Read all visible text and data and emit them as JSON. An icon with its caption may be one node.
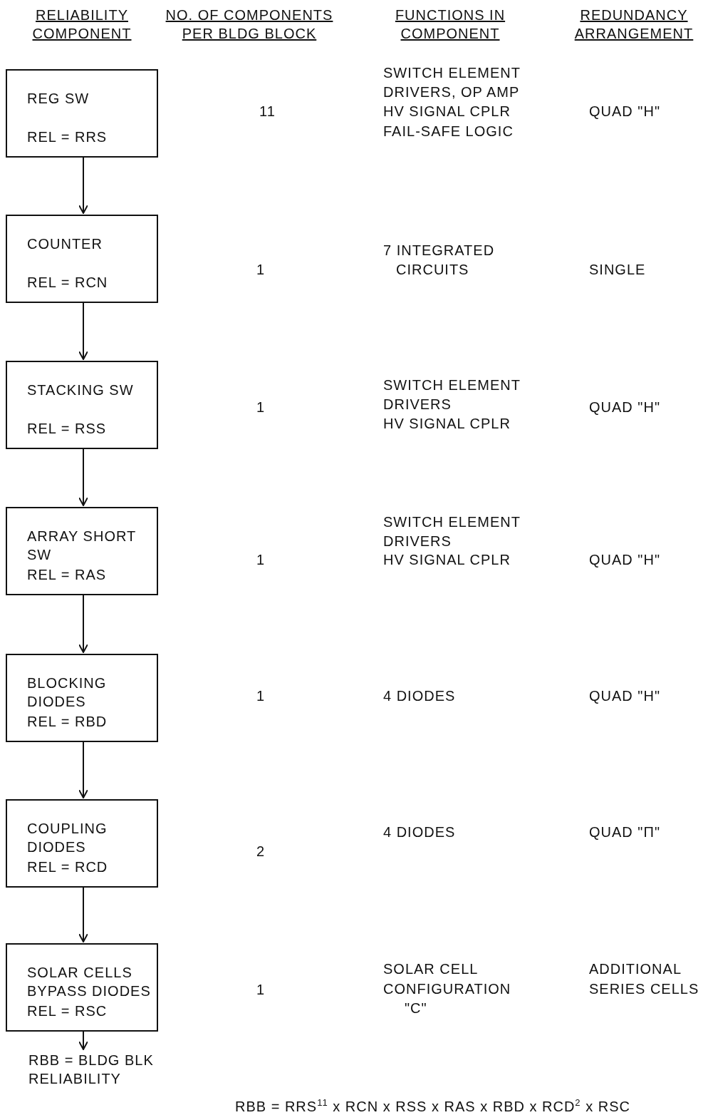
{
  "diagram": {
    "nodes": [
      {
        "text": [
          "REG SW",
          "REL = RRS"
        ]
      },
      {
        "text": [
          "COUNTER",
          "REL = RCN"
        ]
      },
      {
        "text": [
          "STACKING SW",
          "REL = RSS"
        ]
      },
      {
        "text": [
          "ARRAY SHORT SW",
          "REL = RAS"
        ]
      },
      {
        "text": [
          "BLOCKING DIODES",
          "REL = RBD"
        ]
      },
      {
        "text": [
          "COUPLING DIODES",
          "REL = RCD"
        ]
      },
      {
        "text": [
          "SOLAR CELLS BYPASS DIODES",
          "REL = RSC"
        ]
      },
      {
        "text": [
          "RBB = BLDG BLK RELIABILITY"
        ]
      }
    ],
    "edges": [
      {
        "from": 0,
        "to": 1,
        "arrow": "to"
      },
      {
        "from": 1,
        "to": 2,
        "arrow": "to"
      },
      {
        "from": 2,
        "to": 3,
        "arrow": "to"
      },
      {
        "from": 3,
        "to": 4,
        "arrow": "to"
      },
      {
        "from": 4,
        "to": 5,
        "arrow": "to"
      },
      {
        "from": 5,
        "to": 6,
        "arrow": "to"
      },
      {
        "from": 6,
        "to": 7,
        "arrow": "to"
      }
    ],
    "labels": [
      "RELIABILITY COMPONENT",
      "NO. OF COMPONENTS PER BLDG BLOCK",
      "FUNCTIONS IN COMPONENT",
      "REDUNDANCY ARRANGEMENT",
      "SWITCH ELEMENT",
      "DRIVERS, OP AMP",
      "11",
      "HV SIGNAL CPLR",
      "QUAD \"H\"",
      "FAIL-SAFE LOGIC",
      "7 INTEGRATED",
      "1",
      "CIRCUITS",
      "SINGLE",
      "SWITCH ELEMENT",
      "1",
      "DRIVERS",
      "QUAD \"H\"",
      "HV SIGNAL CPLR",
      "SWITCH ELEMENT",
      "DRIVERS",
      "1",
      "HV SIGNAL CPLR",
      "QUAD \"H\"",
      "1",
      "4 DIODES",
      "QUAD \"H\"",
      "4 DIODES",
      "QUAD \"Π\"",
      "2",
      "SOLAR CELL",
      "ADDITIONAL",
      "1",
      "CONFIGURATION",
      "SERIES CELLS",
      "\"C\"",
      "RBB = RRS$^{11}$ x RCN x RSS x RAS x RBD x RCD$^{2}$ x RSC"
    ]
  }
}
